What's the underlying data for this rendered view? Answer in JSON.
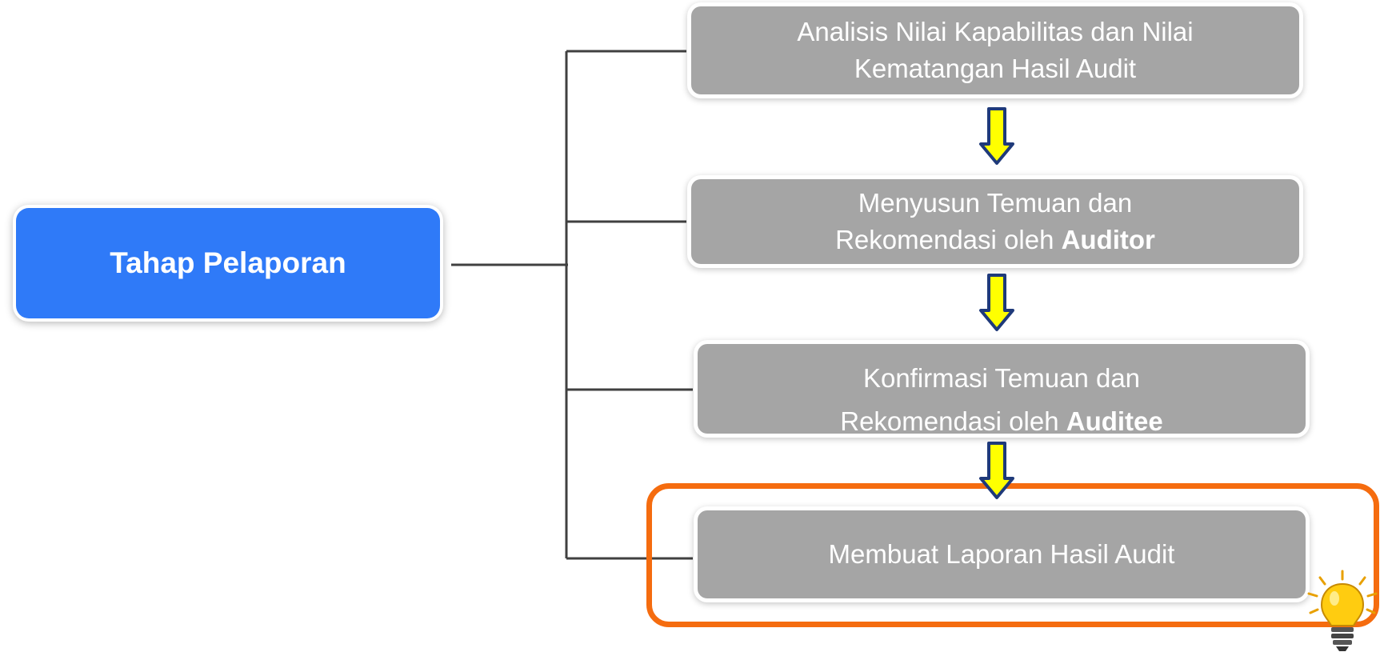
{
  "root": {
    "label": "Tahap Pelaporan",
    "color": "#2f7af8"
  },
  "steps": [
    {
      "line1": "Analisis Nilai Kapabilitas dan Nilai",
      "line2": "Kematangan Hasil Audit"
    },
    {
      "line1": "Menyusun Temuan dan",
      "line2_prefix": "Rekomendasi oleh ",
      "line2_bold": "Auditor"
    },
    {
      "line1": "Konfirmasi Temuan dan",
      "line2_prefix": "Rekomendasi oleh ",
      "line2_bold": "Auditee"
    },
    {
      "line1": "Membuat Laporan Hasil Audit"
    }
  ],
  "colors": {
    "step_box": "#a5a5a5",
    "connector": "#404040",
    "arrow_fill": "#ffff00",
    "arrow_stroke": "#1f3a7a",
    "highlight": "#f56c0f"
  },
  "icons": {
    "flow_arrow": "down-arrow-icon",
    "idea": "lightbulb-icon"
  }
}
